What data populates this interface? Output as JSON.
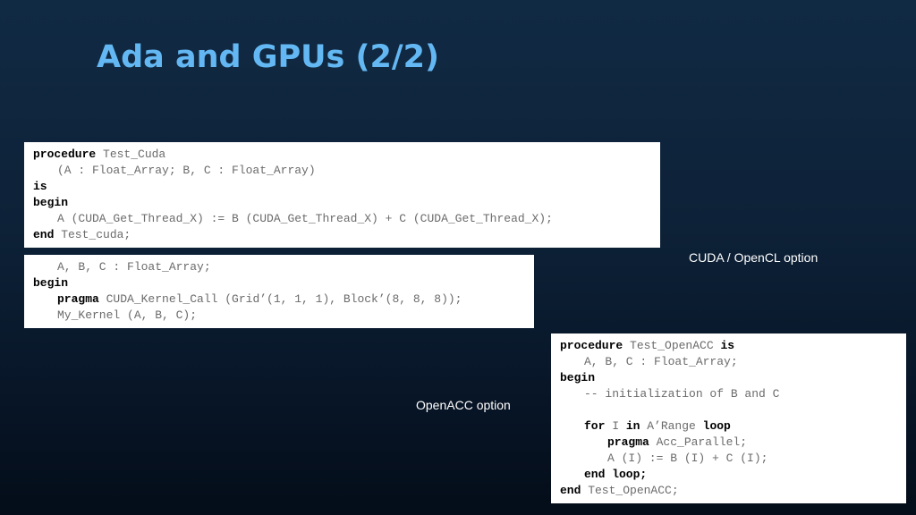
{
  "slide": {
    "title": "Ada and GPUs (2/2)"
  },
  "cuda_box": {
    "l1_kw": "procedure",
    "l1_rest": " Test_Cuda",
    "l2": "(A : Float_Array; B, C : Float_Array)",
    "l3_kw": "is",
    "l4_kw": "begin",
    "l5": "A (CUDA_Get_Thread_X) := B (CUDA_Get_Thread_X) + C (CUDA_Get_Thread_X);",
    "l6_kw": "end",
    "l6_rest": " Test_cuda;"
  },
  "kernel_box": {
    "l1": "A, B, C : Float_Array;",
    "l2_kw": "begin",
    "l3_kw": "pragma",
    "l3_rest": " CUDA_Kernel_Call (Grid’(1, 1, 1), Block’(8, 8, 8));",
    "l4": "My_Kernel (A, B, C);"
  },
  "openacc_box": {
    "l1_kw1": "procedure",
    "l1_mid": " Test_OpenACC ",
    "l1_kw2": "is",
    "l2": "A, B, C : Float_Array;",
    "l3_kw": "begin",
    "l4": "-- initialization of B and C",
    "l6_kw1": "for",
    "l6_mid1": " I ",
    "l6_kw2": "in",
    "l6_mid2": " A’Range ",
    "l6_kw3": "loop",
    "l7_kw": "pragma",
    "l7_rest": " Acc_Parallel;",
    "l8": "A (I) := B (I) + C (I);",
    "l9_kw": "end loop;",
    "l10_kw": "end",
    "l10_rest": " Test_OpenACC;"
  },
  "captions": {
    "cuda": "CUDA / OpenCL option",
    "openacc": "OpenACC option"
  },
  "colors": {
    "title": "#63b8f3",
    "background_top": "#112a44",
    "background_bottom": "#040d19",
    "keyword": "#000000",
    "code_text": "#6b6b6b"
  }
}
